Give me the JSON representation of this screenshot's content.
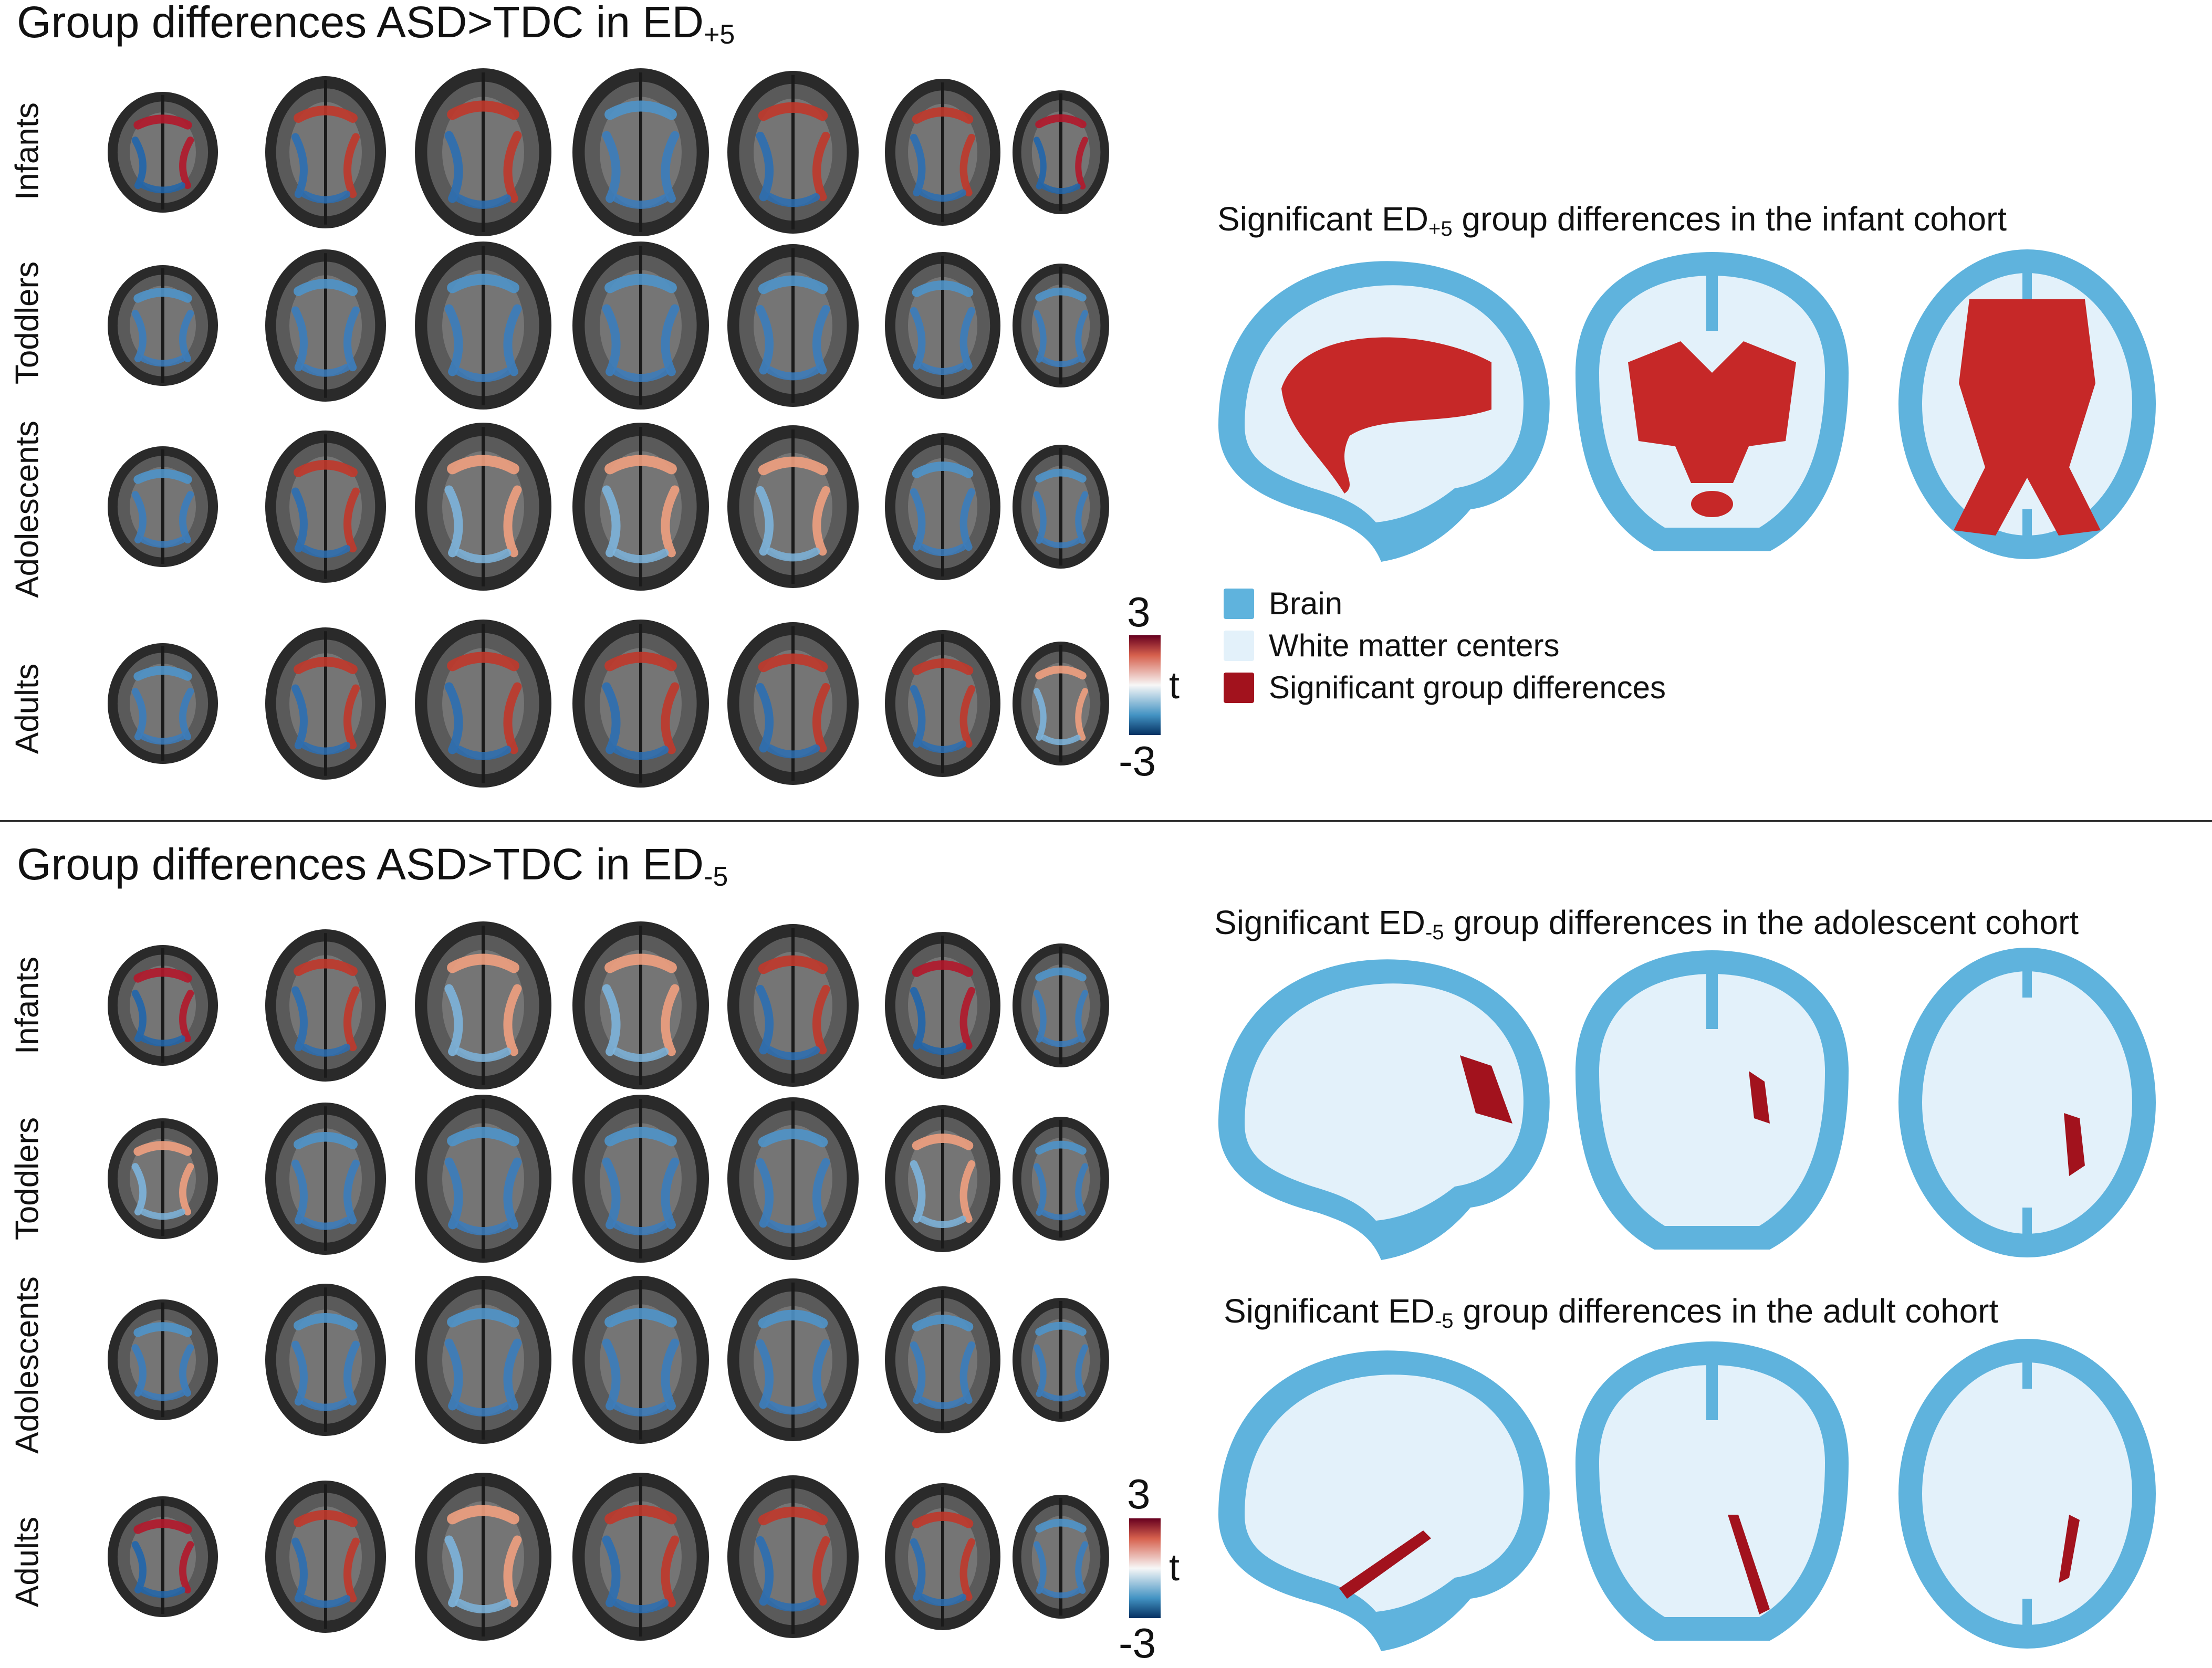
{
  "figure": {
    "colors": {
      "brain": "#5fb3dd",
      "white_matter": "#e3f1fa",
      "significant": "#a2121d",
      "scale_pos": "#b2182b",
      "scale_neg": "#2166ac"
    },
    "top": {
      "title_main": "Group differences ASD>TDC in ED",
      "title_sub": "+5",
      "rows": [
        {
          "label": "Infants",
          "pattern": [
            "r",
            "rb",
            "rb",
            "b",
            "rb",
            "rb",
            "r"
          ]
        },
        {
          "label": "Toddlers",
          "pattern": [
            "b",
            "b",
            "b",
            "b",
            "b",
            "b",
            "b"
          ]
        },
        {
          "label": "Adolescents",
          "pattern": [
            "b",
            "rb",
            "o",
            "o",
            "o",
            "b",
            "b"
          ]
        },
        {
          "label": "Adults",
          "pattern": [
            "b",
            "rb",
            "rb",
            "rb",
            "rb",
            "rb",
            "o"
          ]
        }
      ],
      "colorbar": {
        "max": "3",
        "min": "-3",
        "label": "t"
      },
      "render_title_main": "Significant ED",
      "render_title_sub": "+5",
      "render_title_rest": " group differences in the infant cohort",
      "legend": [
        {
          "label": "Brain",
          "color": "#5fb3dd"
        },
        {
          "label": "White matter centers",
          "color": "#e3f1fa"
        },
        {
          "label": "Significant group differences",
          "color": "#a2121d"
        }
      ]
    },
    "bottom": {
      "title_main": "Group differences ASD>TDC in ED",
      "title_sub": "-5",
      "rows": [
        {
          "label": "Infants",
          "pattern": [
            "r",
            "rb",
            "o",
            "o",
            "rb",
            "r",
            "b"
          ]
        },
        {
          "label": "Toddlers",
          "pattern": [
            "o",
            "b",
            "b",
            "b",
            "b",
            "o",
            "b"
          ]
        },
        {
          "label": "Adolescents",
          "pattern": [
            "b",
            "b",
            "b",
            "b",
            "b",
            "b",
            "b"
          ]
        },
        {
          "label": "Adults",
          "pattern": [
            "r",
            "rb",
            "o",
            "rb",
            "rb",
            "rb",
            "b"
          ]
        }
      ],
      "colorbar": {
        "max": "3",
        "min": "-3",
        "label": "t"
      },
      "render1_title_main": "Significant ED",
      "render1_title_sub": "-5",
      "render1_title_rest": " group differences in the adolescent cohort",
      "render2_title_main": "Significant ED",
      "render2_title_sub": "-5",
      "render2_title_rest": " group differences in the adult cohort"
    }
  }
}
